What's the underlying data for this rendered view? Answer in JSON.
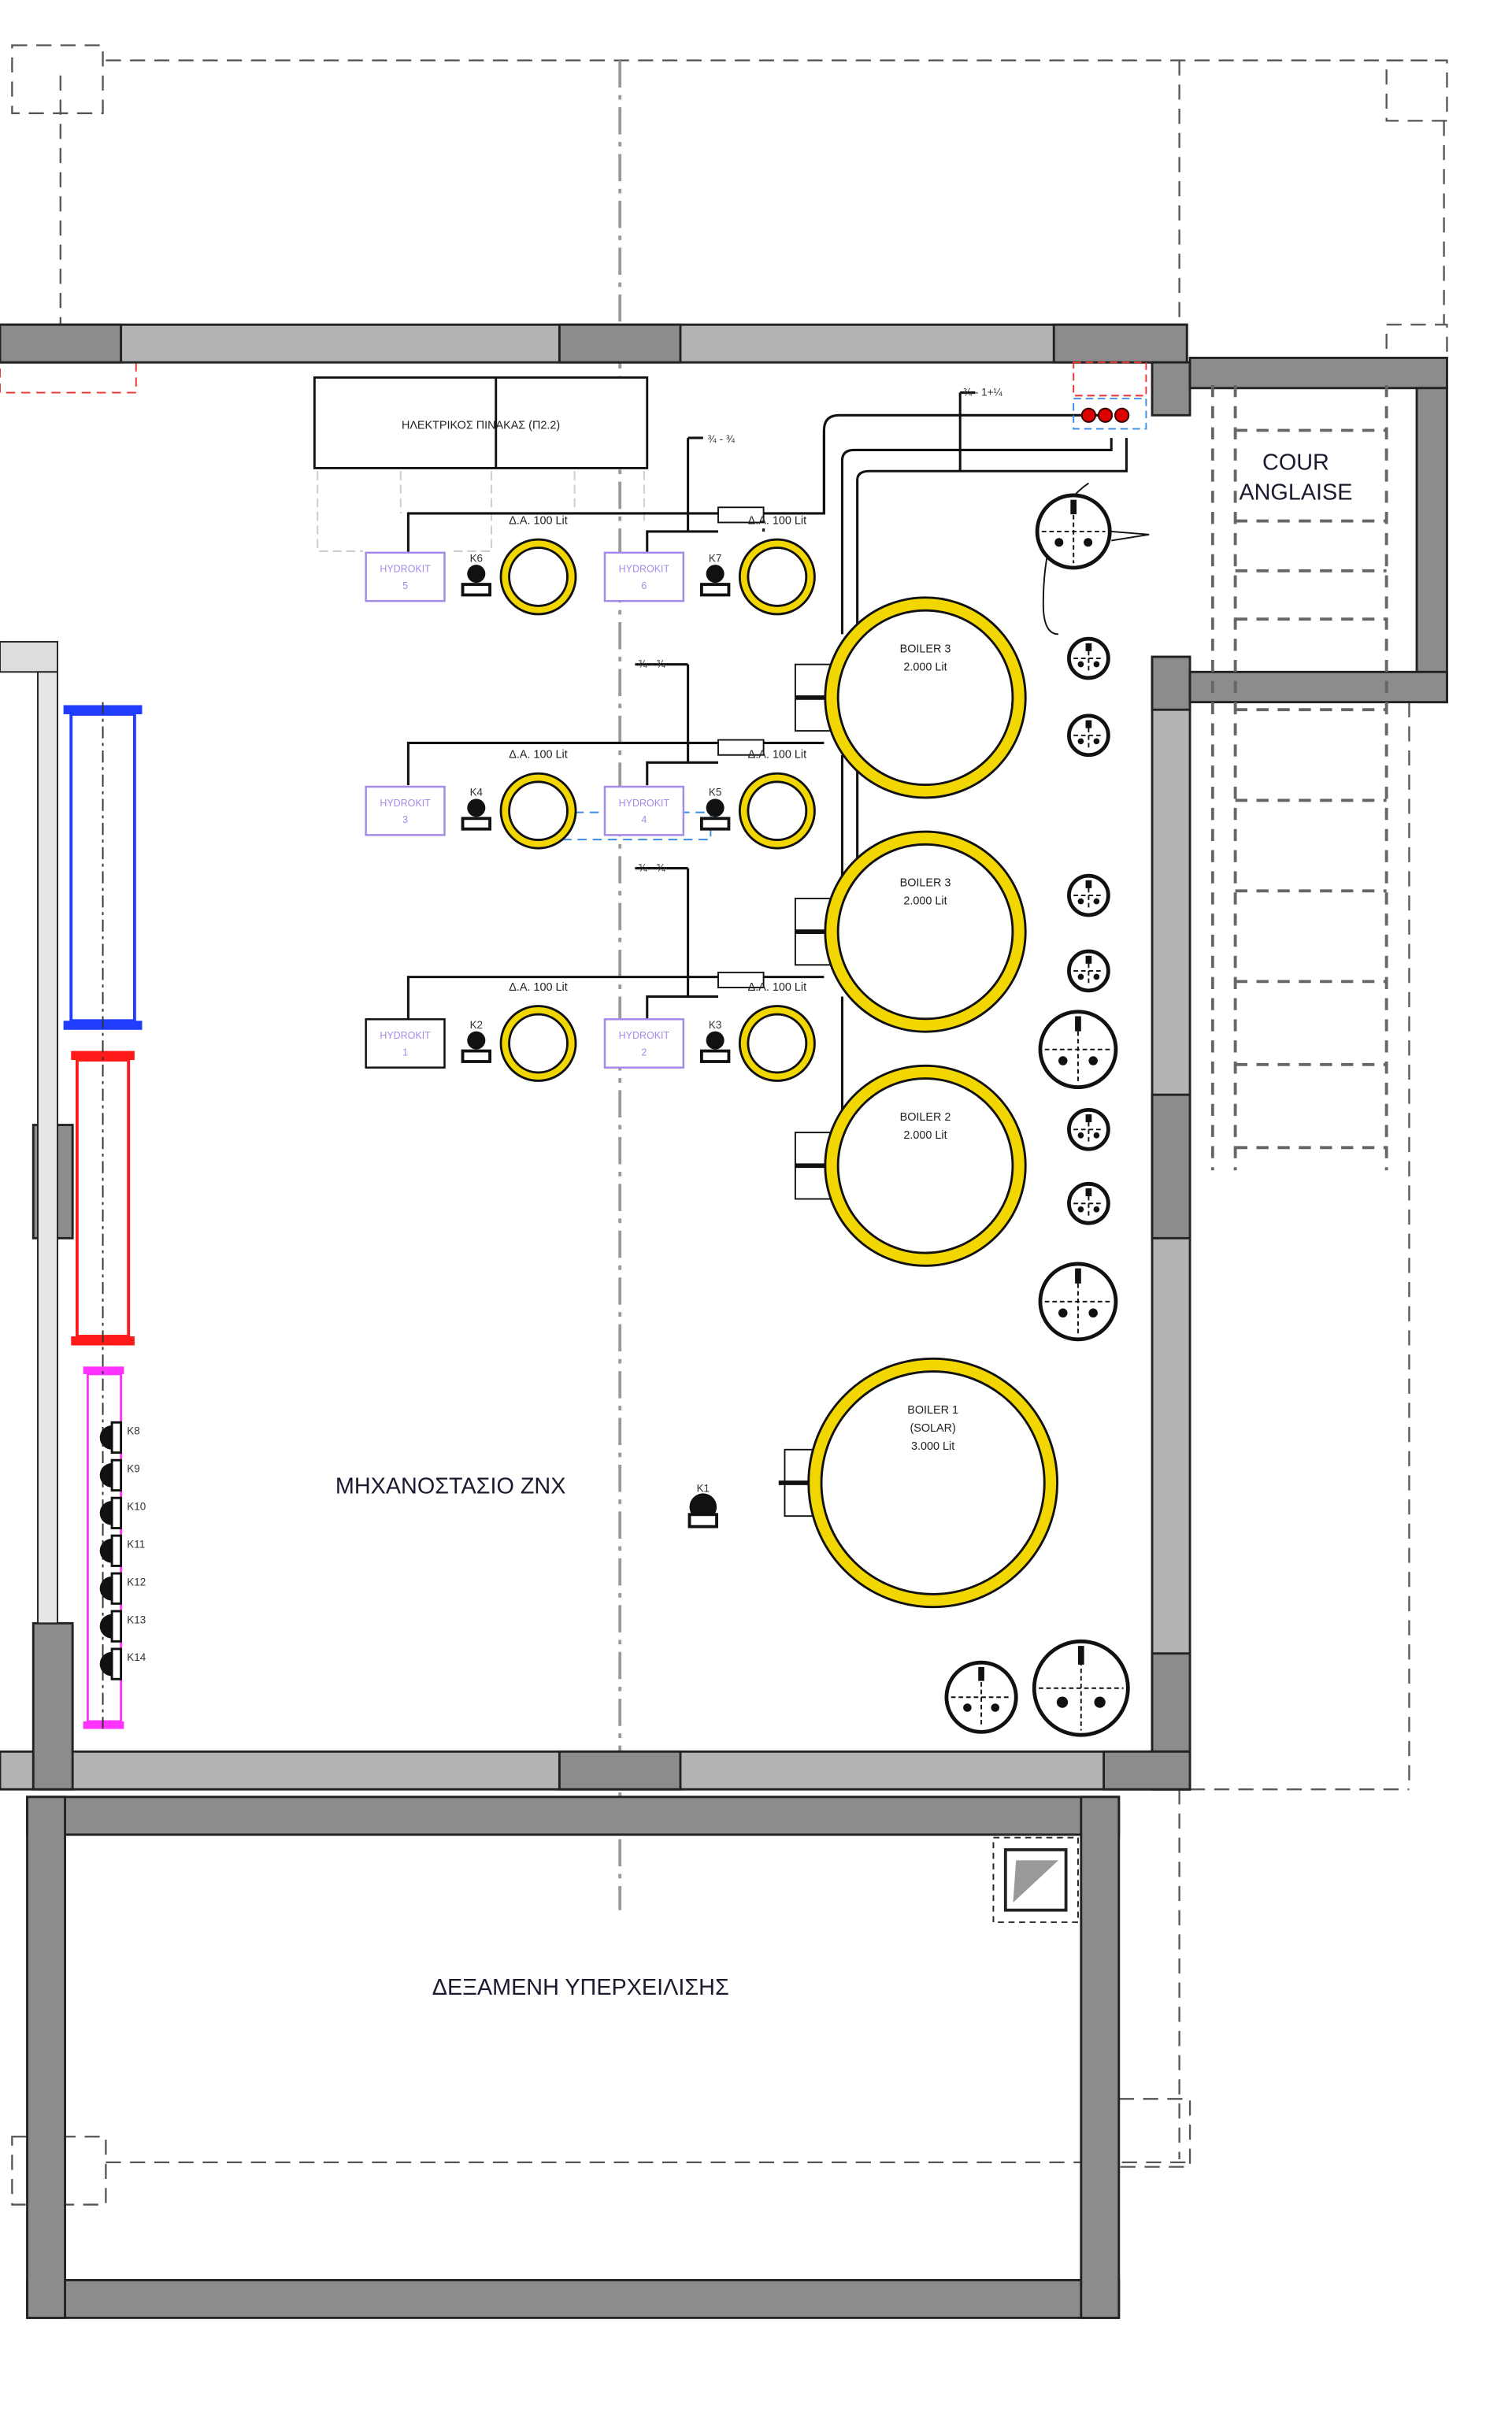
{
  "rooms": {
    "machine_room": "ΜΗΧΑΝΟΣΤΑΣΙΟ ΖΝΧ",
    "overflow_tank": "ΔΕΞΑΜΕΝΗ ΥΠΕΡΧΕΙΛΙΣΗΣ",
    "cour_line1": "COUR",
    "cour_line2": "ANGLAISE"
  },
  "electrical_panel": "ΗΛΕΚΤΡΙΚΟΣ ΠΙΝΑΚΑΣ (Π2.2)",
  "pipe_sizes": {
    "top": "¾ - 1+¼",
    "row1": "¾ - ¾",
    "row2": "¾ - ¾",
    "row3": "¾ - ¾"
  },
  "tank_label": "Δ.Α. 100 Lit",
  "hydrokits": [
    {
      "name": "HYDROKIT",
      "num": "5",
      "pump": "K6"
    },
    {
      "name": "HYDROKIT",
      "num": "6",
      "pump": "K7"
    },
    {
      "name": "HYDROKIT",
      "num": "3",
      "pump": "K4"
    },
    {
      "name": "HYDROKIT",
      "num": "4",
      "pump": "K5"
    },
    {
      "name": "HYDROKIT",
      "num": "1",
      "pump": "K2"
    },
    {
      "name": "HYDROKIT",
      "num": "2",
      "pump": "K3"
    }
  ],
  "boilers": [
    {
      "name": "BOILER 3",
      "sub": "",
      "cap": "2.000 Lit"
    },
    {
      "name": "BOILER 3",
      "sub": "",
      "cap": "2.000 Lit"
    },
    {
      "name": "BOILER 2",
      "sub": "",
      "cap": "2.000 Lit"
    },
    {
      "name": "BOILER 1",
      "sub": "(SOLAR)",
      "cap": "3.000 Lit"
    }
  ],
  "manifold_pumps": [
    "K8",
    "K9",
    "K10",
    "K11",
    "K12",
    "K13",
    "K14"
  ],
  "main_pump": "K1",
  "colors": {
    "boiler": "#f2d600",
    "manifold_blue": "#1f3cff",
    "manifold_red": "#ff1a1a",
    "manifold_magenta": "#ff33ff",
    "hydrokit": "#a48be8"
  }
}
